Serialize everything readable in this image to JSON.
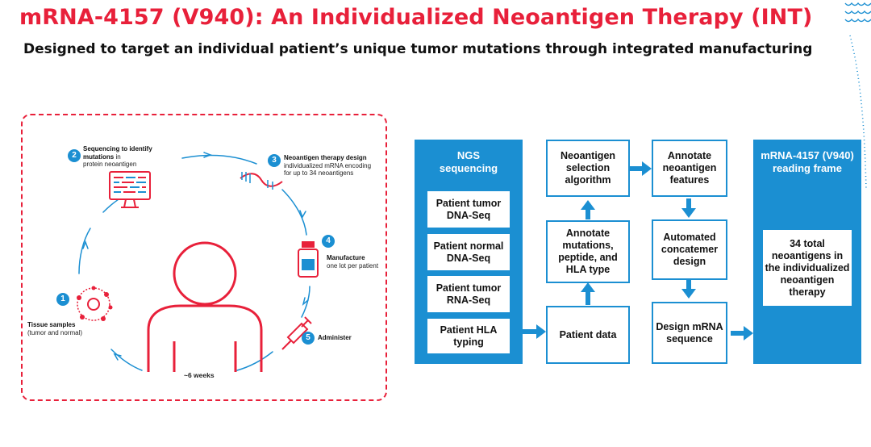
{
  "header": {
    "title": "mRNA-4157 (V940): An Individualized Neoantigen Therapy (INT)",
    "subtitle": "Designed to target an individual patient’s unique tumor mutations through integrated manufacturing"
  },
  "cycle": {
    "center_label": "~6 weeks",
    "steps": [
      {
        "number": "1",
        "title": "Tissue samples",
        "body": "(tumor and normal)"
      },
      {
        "number": "2",
        "title": "Sequencing to identify mutations",
        "title_tail": " in",
        "body": "protein neoantigen"
      },
      {
        "number": "3",
        "title": "Neoantigen therapy design",
        "body": "individualized mRNA encoding for up to 34 neoantigens"
      },
      {
        "number": "4",
        "title": "Manufacture",
        "body": "one lot per patient"
      },
      {
        "number": "5",
        "title": "Administer",
        "body": ""
      }
    ]
  },
  "flow": {
    "ngs": {
      "heading": "NGS sequencing",
      "items": [
        "Patient tumor DNA-Seq",
        "Patient normal DNA-Seq",
        "Patient tumor RNA-Seq",
        "Patient HLA typing"
      ]
    },
    "patient_data": "Patient data",
    "annotate_mutations": "Annotate mutations, peptide, and HLA type",
    "selection_algorithm": "Neoantigen selection algorithm",
    "annotate_features": "Annotate neoantigen features",
    "concatemer": "Automated concatemer design",
    "design_mrna": "Design mRNA sequence",
    "reading_frame": {
      "heading": "mRNA-4157 (V940) reading frame",
      "body": "34 total neoantigens in the individualized neoantigen therapy"
    }
  },
  "colors": {
    "accent_red": "#e8203a",
    "accent_blue": "#1b8fd2"
  }
}
